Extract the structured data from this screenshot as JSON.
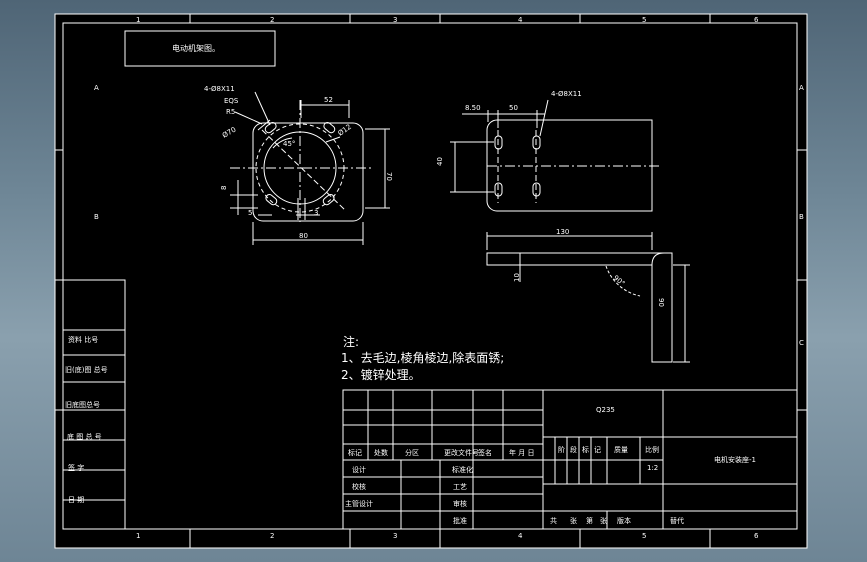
{
  "sheet": {
    "col_labels": [
      "1",
      "2",
      "3",
      "4",
      "5",
      "6"
    ],
    "row_labels": [
      "A",
      "B",
      "C"
    ],
    "title_box": "电动机架图。"
  },
  "front_view": {
    "hole_note": "4-Ø8X11",
    "eqs": "EQS",
    "r85": "R5",
    "d70": "Ø70",
    "d12": "Ø12",
    "angle": "45°",
    "dim_top": "52",
    "dim_right": "70",
    "dim_bottom": "80",
    "dim_left": "8",
    "dim_5": "5",
    "dim_3": "3"
  },
  "top_view": {
    "hole_note": "4-Ø8X11",
    "dim_850": "8.50",
    "dim_50": "50",
    "dim_40": "40"
  },
  "side_view": {
    "dim_130": "130",
    "dim_10": "10",
    "dim_90": "90",
    "angle": "90°"
  },
  "notes": {
    "heading": "注:",
    "line1": "1、去毛边,棱角棱边,除表面锈;",
    "line2": "2、镀锌处理。"
  },
  "side_table": [
    "资料 比号",
    "旧(底)图 总号",
    "旧底图总号",
    "底 图 总 号",
    "签   字",
    "日   期"
  ],
  "title_block": {
    "material": "Q235",
    "part_name": "电机安装座-1",
    "scale_value": "1:2",
    "header_row": [
      "标记",
      "处数",
      "分区",
      "更改文件号",
      "签名",
      "年 月 日"
    ],
    "stage_header": [
      "阶",
      "段",
      "标",
      "记",
      "质量",
      "比例"
    ],
    "row_design": "设计",
    "row_check": "校核",
    "row_chief": "主管设计",
    "std": "标准化",
    "process": "工艺",
    "review": "审核",
    "approve": "批准",
    "bottom_row": [
      "共",
      "张",
      "第",
      "张",
      "版本",
      "替代"
    ]
  }
}
